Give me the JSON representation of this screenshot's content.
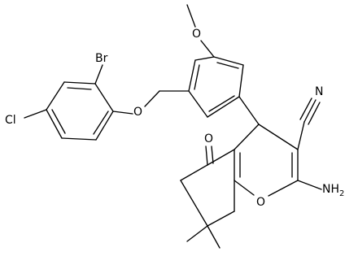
{
  "molecule": {
    "labels": {
      "O_methoxy": "O",
      "O_ether": "O",
      "O_ketone": "O",
      "O_ring": "O",
      "Br": "Br",
      "Cl": "Cl",
      "N_nitrile": "N",
      "NH2": "NH",
      "NH2_sub": "2"
    }
  }
}
